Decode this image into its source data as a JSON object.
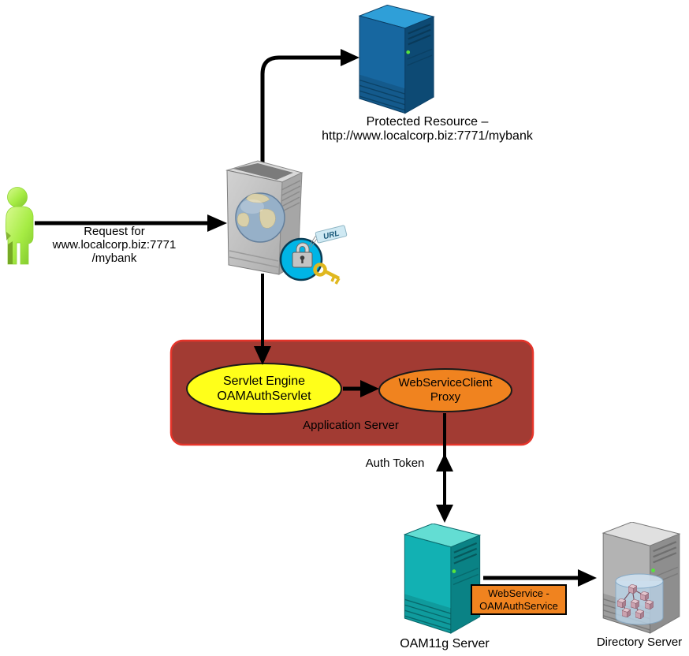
{
  "nodes": {
    "request_arrow_label": {
      "lines": [
        "Request for",
        "www.localcorp.biz:7771",
        "/mybank"
      ]
    },
    "protected_resource": {
      "lines": [
        "Protected Resource –",
        "http://www.localcorp.biz:7771/mybank"
      ]
    },
    "webgate": {
      "url_tag": "URL"
    },
    "application_server": {
      "label": "Application Server",
      "servlet_engine": {
        "lines": [
          "Servlet Engine",
          "OAMAuthServlet"
        ]
      },
      "webservice_client_proxy": {
        "lines": [
          "WebServiceClient",
          "Proxy"
        ]
      }
    },
    "auth_token_label": "Auth Token",
    "oam11g_server": {
      "label": "OAM11g Server"
    },
    "webservice_badge": {
      "lines": [
        "WebService -",
        "OAMAuthService"
      ]
    },
    "directory_server": {
      "label": "Directory Server"
    }
  },
  "colors": {
    "application_server_fill": "#A23B33",
    "application_server_border": "#E5342A",
    "servlet_engine_fill": "#FFFF1A",
    "proxy_fill": "#F0831F",
    "webservice_badge_fill": "#F0831F",
    "protected_resource_server": "#1767A0",
    "oam_server": "#12B1B3",
    "directory_server": "#B3B3B3",
    "user": "#9FE53F",
    "arrow": "#000000"
  }
}
